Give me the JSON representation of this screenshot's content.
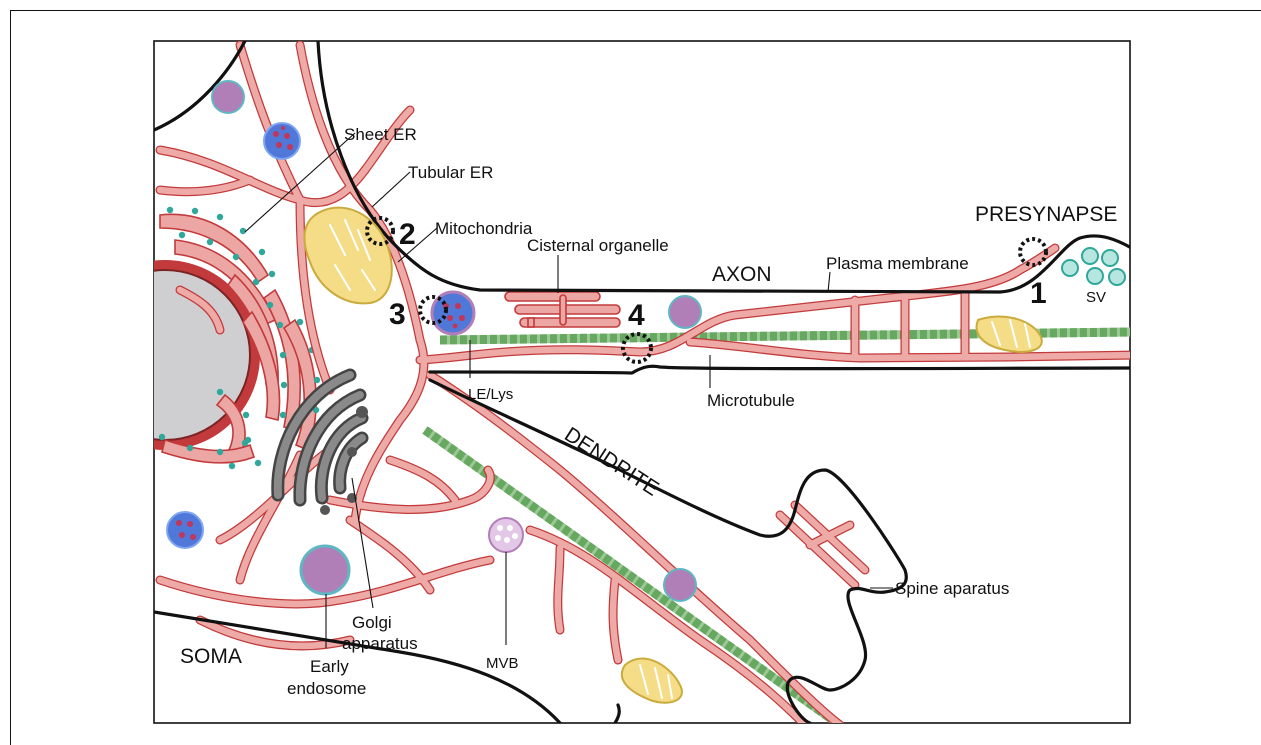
{
  "regions": {
    "soma": "SOMA",
    "axon": "AXON",
    "dendrite": "DENDRITE",
    "presynapse": "PRESYNAPSE"
  },
  "labels": {
    "sheet_er": "Sheet ER",
    "tubular_er": "Tubular ER",
    "mitochondria": "Mitochondria",
    "cisternal_organelle": "Cisternal organelle",
    "plasma_membrane": "Plasma membrane",
    "sv": "SV",
    "le_lys": "LE/Lys",
    "microtubule": "Microtubule",
    "spine_aparatus": "Spine aparatus",
    "golgi_line1": "Golgi",
    "golgi_line2": "apparatus",
    "early_endosome_line1": "Early",
    "early_endosome_line2": "endosome",
    "mvb": "MVB"
  },
  "contact_sites": [
    "1",
    "2",
    "3",
    "4"
  ],
  "colors": {
    "er_fill": "#eca7a5",
    "er_stroke": "#c23a3b",
    "nucleus": "#cfcfd2",
    "mitochondria": "#f5dc86",
    "microtubule": "#66a860",
    "golgi": "#555555",
    "endosome": "#b17fb7",
    "lysosome": "#4f78d9",
    "vesicle": "#2fa79a"
  }
}
